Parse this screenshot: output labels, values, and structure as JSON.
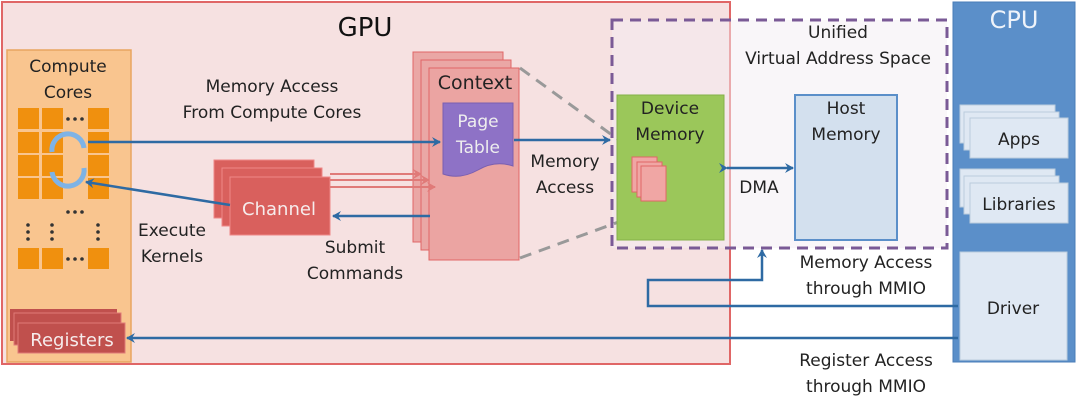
{
  "gpu": {
    "title": "GPU",
    "compute_cores": {
      "line1": "Compute",
      "line2": "Cores"
    },
    "registers": "Registers",
    "channel": "Channel",
    "context": "Context",
    "page_table": {
      "line1": "Page",
      "line2": "Table"
    },
    "device_memory": {
      "line1": "Device",
      "line2": "Memory"
    }
  },
  "uvas": {
    "line1": "Unified",
    "line2": "Virtual Address Space"
  },
  "host_memory": {
    "line1": "Host",
    "line2": "Memory"
  },
  "cpu": {
    "title": "CPU",
    "apps": "Apps",
    "libraries": "Libraries",
    "driver": "Driver"
  },
  "labels": {
    "mem_access_cores": {
      "line1": "Memory Access",
      "line2": "From Compute Cores"
    },
    "execute_kernels": {
      "line1": "Execute",
      "line2": "Kernels"
    },
    "submit_commands": {
      "line1": "Submit",
      "line2": "Commands"
    },
    "memory_access": {
      "line1": "Memory",
      "line2": "Access"
    },
    "dma": "DMA",
    "mmio_memory": {
      "line1": "Memory Access",
      "line2": "through MMIO"
    },
    "mmio_register": {
      "line1": "Register Access",
      "line2": "through MMIO"
    }
  },
  "colors": {
    "gpu_fill": "#f6e1e1",
    "gpu_border": "#e06666",
    "cores_fill": "#f9c58f",
    "core_cell": "#f0900e",
    "red_block": "#d9605d",
    "page_table": "#8e72c6",
    "device_memory": "#9bc75a",
    "host_memory": "#d3e0ee",
    "cpu_fill": "#5b8fc9",
    "arrow": "#2e6aa3",
    "uvas_border": "#7a5a96"
  }
}
